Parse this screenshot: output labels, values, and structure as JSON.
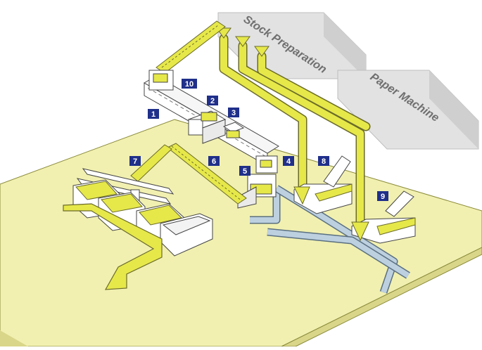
{
  "labels": {
    "stock_preparation": "Stock Preparation",
    "paper_machine": "Paper Machine"
  },
  "badges": [
    "1",
    "2",
    "3",
    "4",
    "5",
    "6",
    "7",
    "8",
    "9",
    "10"
  ],
  "colors": {
    "floor": "#f1f0b0",
    "floor_edge": "#d9d68a",
    "pipe_yellow": "#e6e84a",
    "pipe_outline": "#6b6b2a",
    "pipe_blue": "#bcd0e0",
    "badge_bg": "#1f2f8a",
    "block_grey": "#e2e2e2"
  }
}
